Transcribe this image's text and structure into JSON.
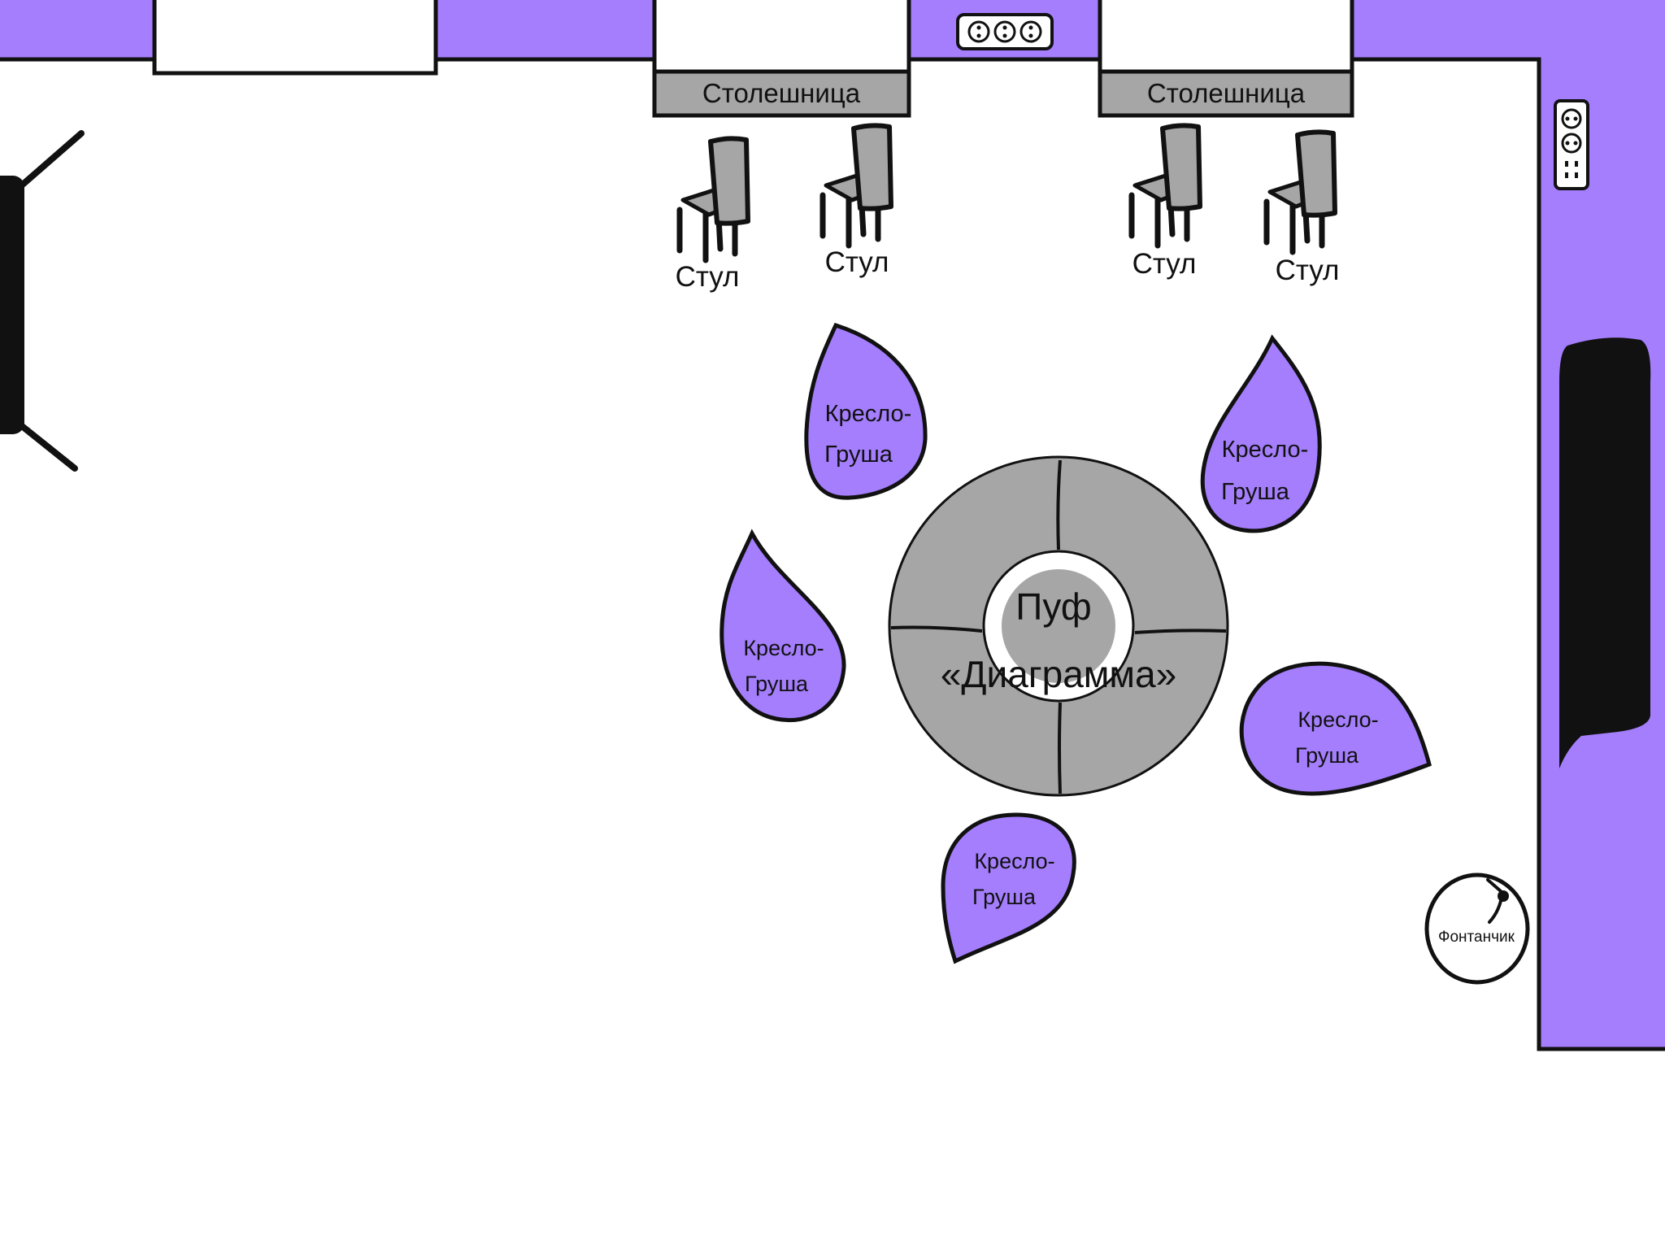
{
  "colors": {
    "wall": "#a47efc",
    "furniture_gray": "#a6a6a6",
    "outline": "#111111",
    "floor": "#ffffff"
  },
  "labels": {
    "countertop": "Столешница",
    "chair": "Стул",
    "pouf_line1": "Пуф",
    "pouf_line2": "«Диаграмма»",
    "beanbag_line1": "Кресло-",
    "beanbag_line2": "Груша",
    "fountain": "Фонтанчик"
  },
  "icons": {
    "outlet": "power-outlet-icon",
    "chair": "chair-icon",
    "tv": "tv-screen-icon",
    "fountain": "water-fountain-icon"
  }
}
